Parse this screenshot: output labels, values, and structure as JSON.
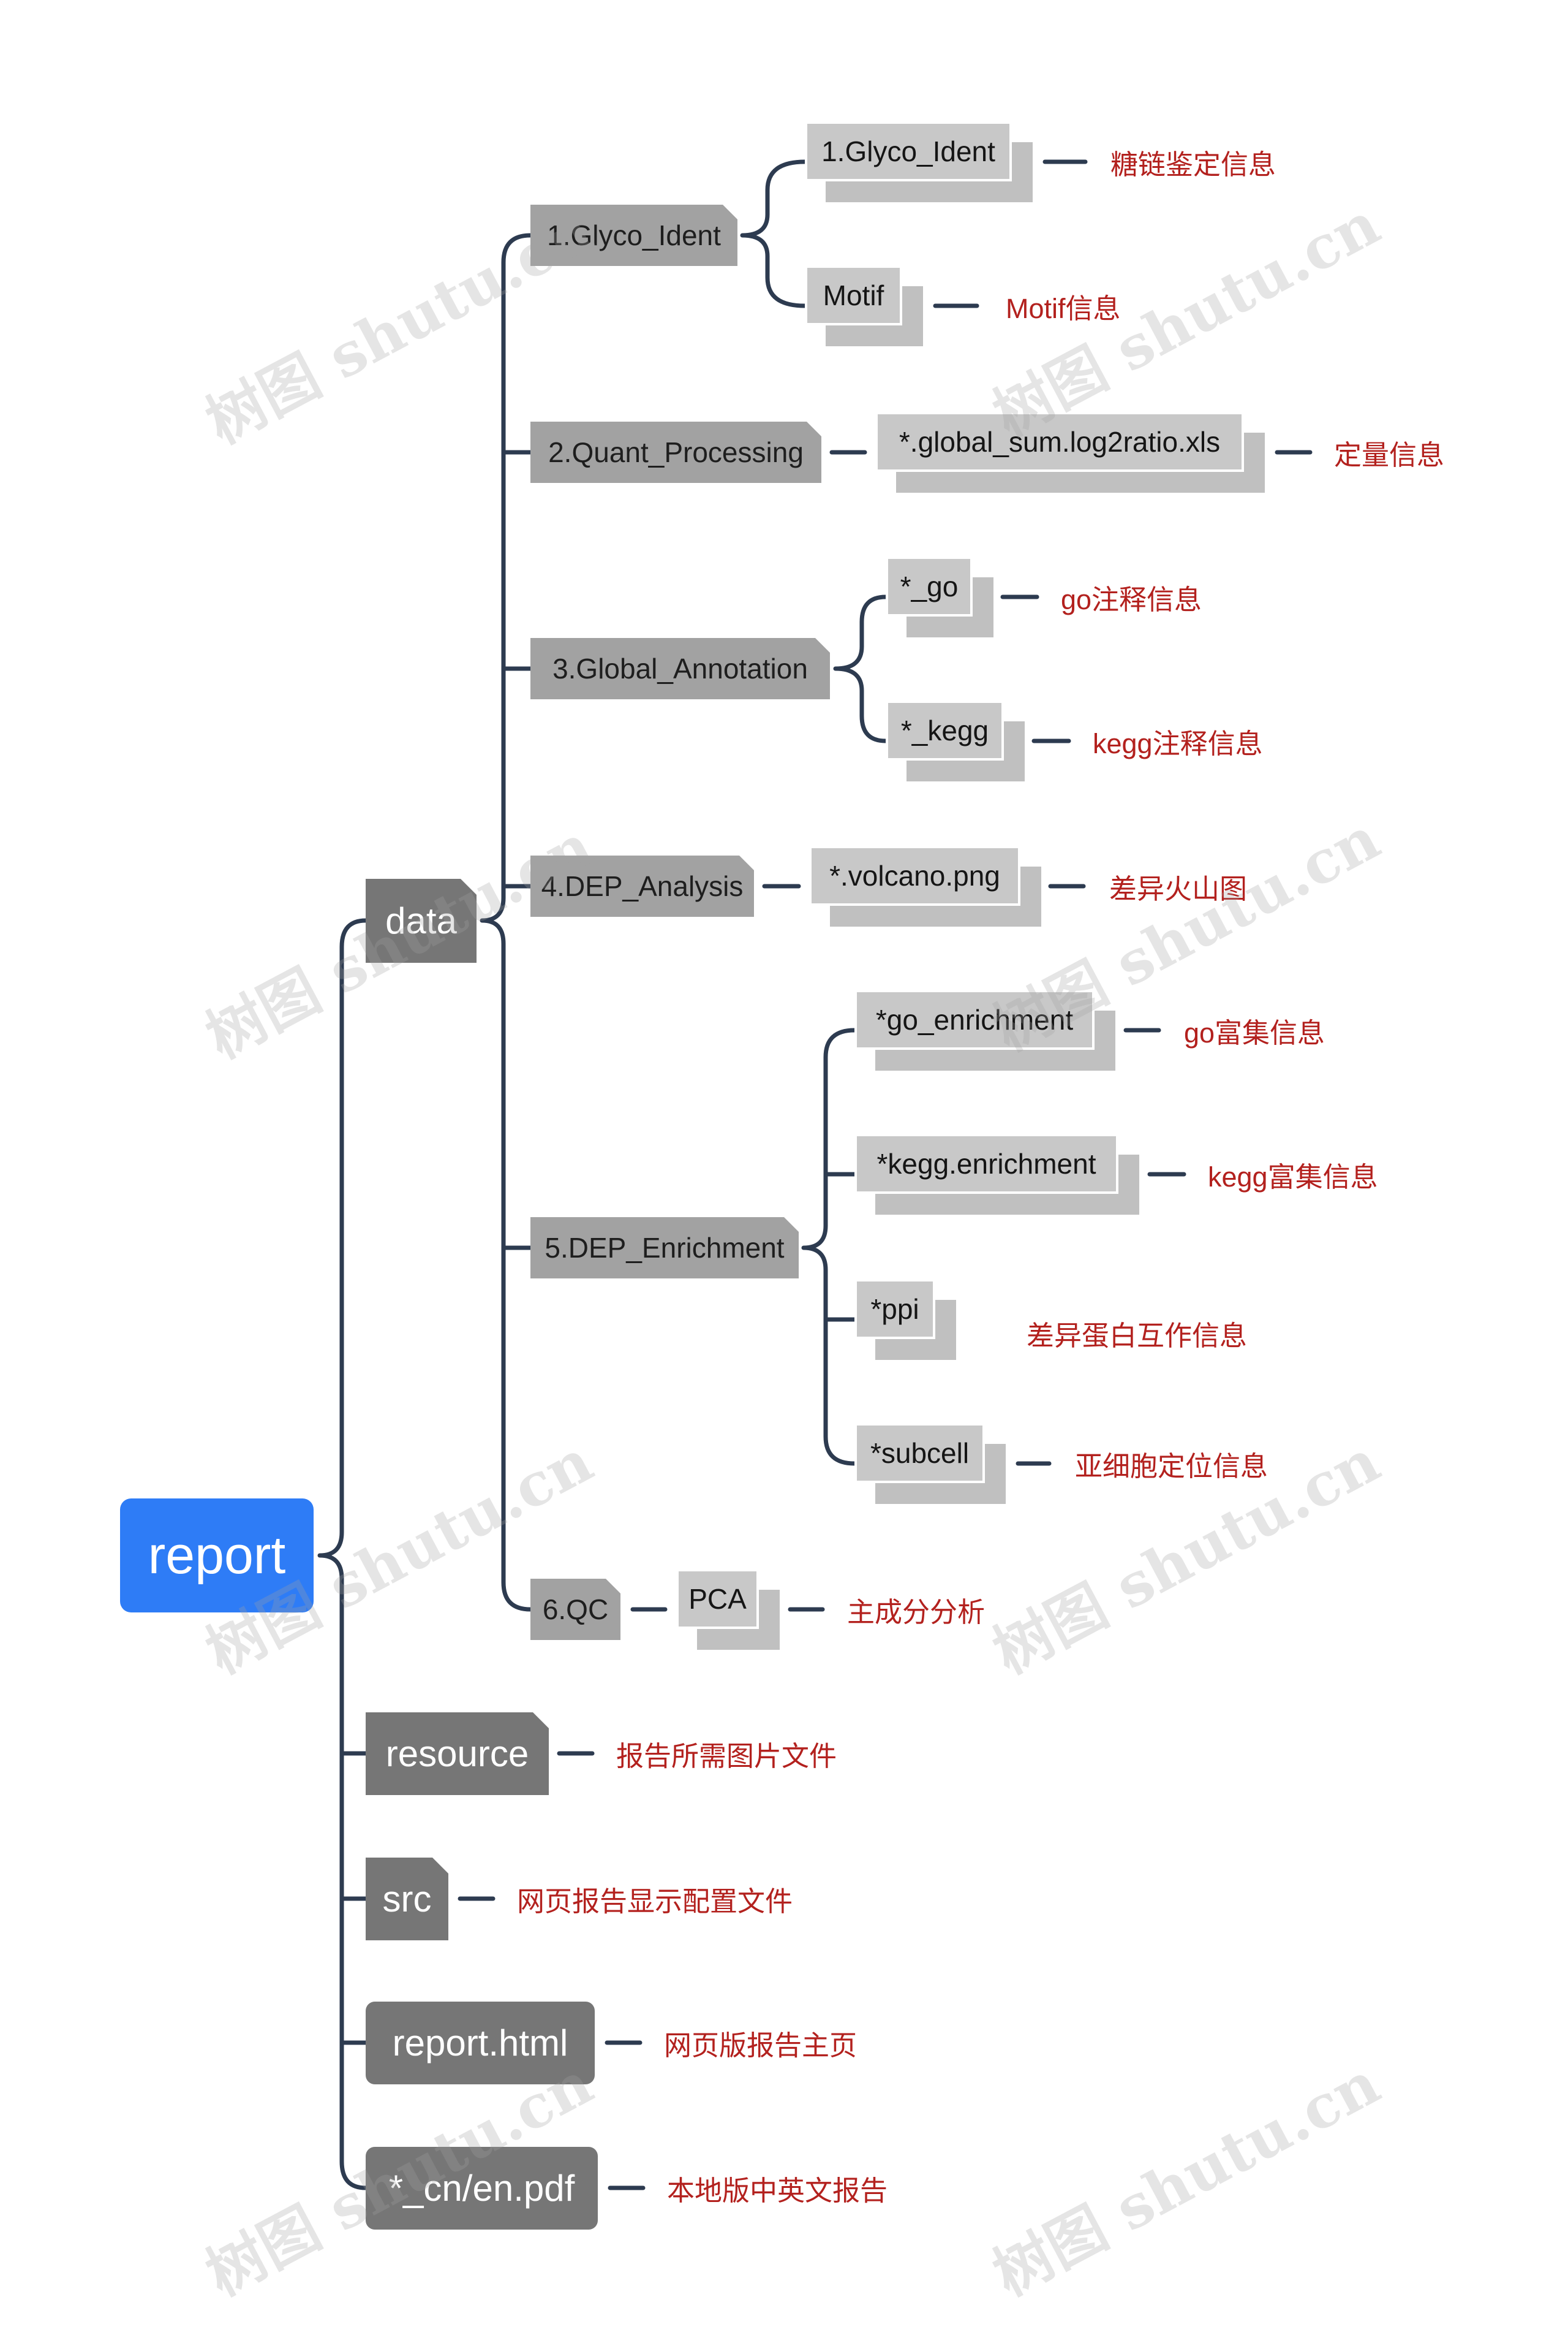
{
  "root": {
    "label": "report"
  },
  "data_folder": {
    "label": "data",
    "children": [
      {
        "label": "1.Glyco_Ident",
        "files": [
          {
            "label": "1.Glyco_Ident",
            "note": "糖链鉴定信息"
          },
          {
            "label": "Motif",
            "note": "Motif信息"
          }
        ]
      },
      {
        "label": "2.Quant_Processing",
        "files": [
          {
            "label": "*.global_sum.log2ratio.xls",
            "note": "定量信息"
          }
        ]
      },
      {
        "label": "3.Global_Annotation",
        "files": [
          {
            "label": "*_go",
            "note": "go注释信息"
          },
          {
            "label": "*_kegg",
            "note": "kegg注释信息"
          }
        ]
      },
      {
        "label": "4.DEP_Analysis",
        "files": [
          {
            "label": "*.volcano.png",
            "note": "差异火山图"
          }
        ]
      },
      {
        "label": "5.DEP_Enrichment",
        "files": [
          {
            "label": "*go_enrichment",
            "note": "go富集信息"
          },
          {
            "label": "*kegg.enrichment",
            "note": "kegg富集信息"
          },
          {
            "label": "*ppi",
            "note": "差异蛋白互作信息"
          },
          {
            "label": "*subcell",
            "note": "亚细胞定位信息"
          }
        ]
      },
      {
        "label": "6.QC",
        "files": [
          {
            "label": "PCA",
            "note": "主成分分析"
          }
        ]
      }
    ]
  },
  "other_items": [
    {
      "label": "resource",
      "note": "报告所需图片文件"
    },
    {
      "label": "src",
      "note": "网页报告显示配置文件"
    },
    {
      "label": "report.html",
      "note": "网页版报告主页"
    },
    {
      "label": "*_cn/en.pdf",
      "note": "本地版中英文报告"
    }
  ],
  "watermark": "树图 shutu.cn",
  "colors": {
    "root": "#2e7cf6",
    "level1": "#767676",
    "level2": "#a2a2a2",
    "level3": "#c8c8c8",
    "connector": "#2d3b50",
    "note_text": "#b3211e"
  }
}
